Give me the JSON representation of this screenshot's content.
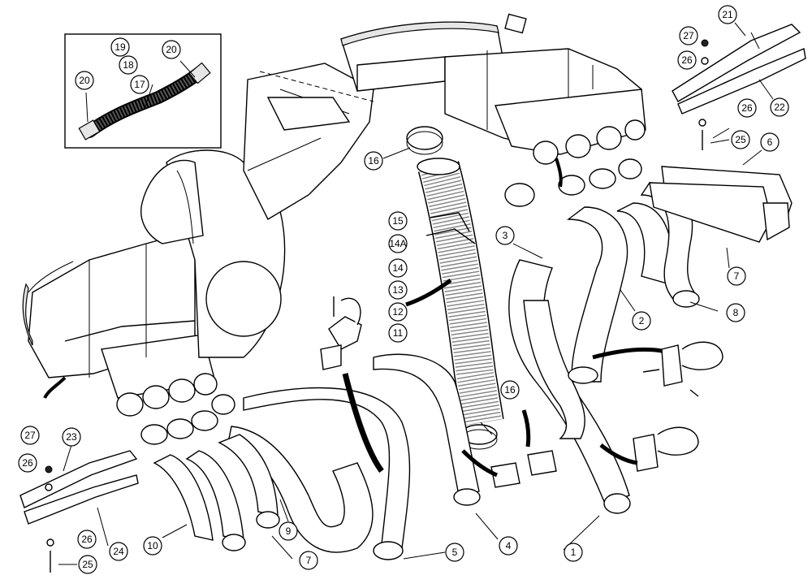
{
  "diagram": {
    "callouts": [
      {
        "id": "c-1",
        "label": "1"
      },
      {
        "id": "c-2",
        "label": "2"
      },
      {
        "id": "c-3",
        "label": "3"
      },
      {
        "id": "c-4",
        "label": "4"
      },
      {
        "id": "c-5",
        "label": "5"
      },
      {
        "id": "c-6",
        "label": "6"
      },
      {
        "id": "c-7a",
        "label": "7"
      },
      {
        "id": "c-7b",
        "label": "7"
      },
      {
        "id": "c-8",
        "label": "8"
      },
      {
        "id": "c-9",
        "label": "9"
      },
      {
        "id": "c-10",
        "label": "10"
      },
      {
        "id": "c-11",
        "label": "11"
      },
      {
        "id": "c-12",
        "label": "12"
      },
      {
        "id": "c-13",
        "label": "13"
      },
      {
        "id": "c-14",
        "label": "14"
      },
      {
        "id": "c-14a",
        "label": "14A"
      },
      {
        "id": "c-15",
        "label": "15"
      },
      {
        "id": "c-16a",
        "label": "16"
      },
      {
        "id": "c-16b",
        "label": "16"
      },
      {
        "id": "c-17",
        "label": "17"
      },
      {
        "id": "c-18",
        "label": "18"
      },
      {
        "id": "c-19",
        "label": "19"
      },
      {
        "id": "c-20a",
        "label": "20"
      },
      {
        "id": "c-20b",
        "label": "20"
      },
      {
        "id": "c-21",
        "label": "21"
      },
      {
        "id": "c-22",
        "label": "22"
      },
      {
        "id": "c-23",
        "label": "23"
      },
      {
        "id": "c-24",
        "label": "24"
      },
      {
        "id": "c-25a",
        "label": "25"
      },
      {
        "id": "c-25b",
        "label": "25"
      },
      {
        "id": "c-26a",
        "label": "26"
      },
      {
        "id": "c-26b",
        "label": "26"
      },
      {
        "id": "c-26c",
        "label": "26"
      },
      {
        "id": "c-26d",
        "label": "26"
      },
      {
        "id": "c-27a",
        "label": "27"
      },
      {
        "id": "c-27b",
        "label": "27"
      }
    ]
  }
}
